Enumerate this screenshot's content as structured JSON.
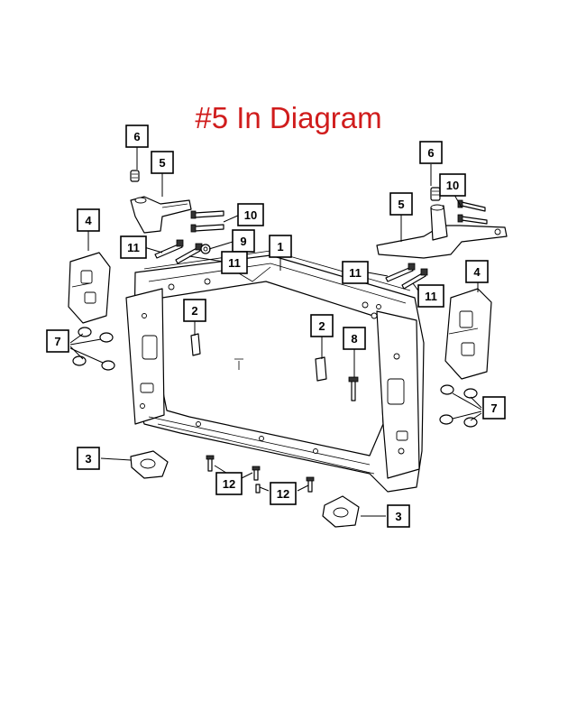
{
  "diagram": {
    "title": "#5 In Diagram",
    "title_color": "#d01c1c",
    "callouts": [
      {
        "id": "c6a",
        "label": "6"
      },
      {
        "id": "c5a",
        "label": "5"
      },
      {
        "id": "c10a",
        "label": "10"
      },
      {
        "id": "c4a",
        "label": "4"
      },
      {
        "id": "c9",
        "label": "9"
      },
      {
        "id": "c11a",
        "label": "11"
      },
      {
        "id": "c11b",
        "label": "11"
      },
      {
        "id": "c1",
        "label": "1"
      },
      {
        "id": "c6b",
        "label": "6"
      },
      {
        "id": "c10b",
        "label": "10"
      },
      {
        "id": "c5b",
        "label": "5"
      },
      {
        "id": "c11c",
        "label": "11"
      },
      {
        "id": "c11d",
        "label": "11"
      },
      {
        "id": "c4b",
        "label": "4"
      },
      {
        "id": "c2a",
        "label": "2"
      },
      {
        "id": "c2b",
        "label": "2"
      },
      {
        "id": "c8",
        "label": "8"
      },
      {
        "id": "c7a",
        "label": "7"
      },
      {
        "id": "c7b",
        "label": "7"
      },
      {
        "id": "c3a",
        "label": "3"
      },
      {
        "id": "c12a",
        "label": "12"
      },
      {
        "id": "c12b",
        "label": "12"
      },
      {
        "id": "c3b",
        "label": "3"
      }
    ]
  }
}
